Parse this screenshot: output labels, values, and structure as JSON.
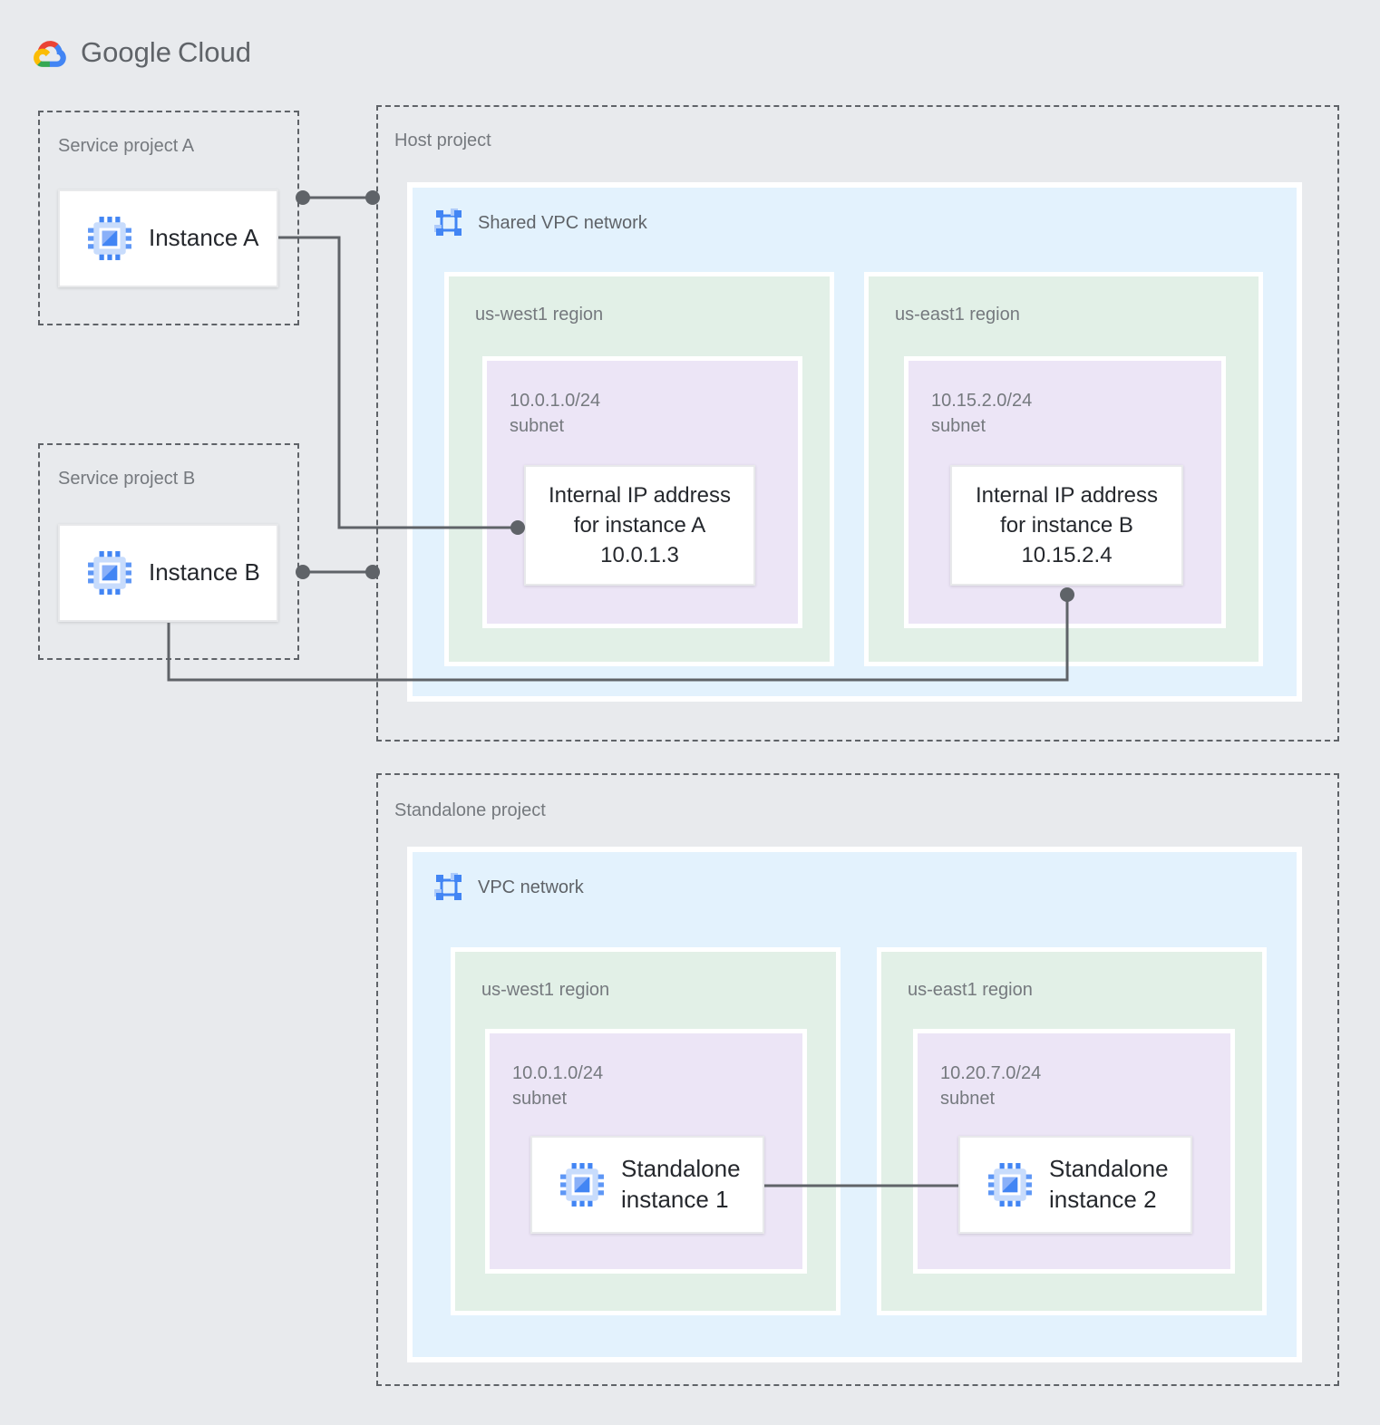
{
  "page": {
    "background": "#E8EAED"
  },
  "colors": {
    "page_bg": "#E8EAED",
    "network_blue": "#E3F2FD",
    "region_green": "#E2F0E7",
    "subnet_purple": "#ECE5F6",
    "line": "#5F6368",
    "accent_blue": "#4285F4"
  },
  "icons": {
    "logo": "google-cloud-logo",
    "network": "vpc-network-icon",
    "instance": "compute-instance-icon"
  },
  "logo": {
    "google": "Google",
    "cloud": "Cloud"
  },
  "projects": {
    "service_a": {
      "label": "Service project A",
      "instance_label": "Instance A"
    },
    "service_b": {
      "label": "Service project B",
      "instance_label": "Instance B"
    },
    "host": {
      "label": "Host project",
      "network_label": "Shared VPC network",
      "regions": [
        {
          "label": "us-west1 region",
          "cidr": "10.0.1.0/24",
          "subnet_word": "subnet",
          "ip_card": {
            "line1": "Internal IP address",
            "line2": "for instance A",
            "line3": "10.0.1.3"
          }
        },
        {
          "label": "us-east1 region",
          "cidr": "10.15.2.0/24",
          "subnet_word": "subnet",
          "ip_card": {
            "line1": "Internal IP address",
            "line2": "for instance B",
            "line3": "10.15.2.4"
          }
        }
      ]
    },
    "standalone": {
      "label": "Standalone project",
      "network_label": "VPC network",
      "regions": [
        {
          "label": "us-west1 region",
          "cidr": "10.0.1.0/24",
          "subnet_word": "subnet",
          "instance": {
            "line1": "Standalone",
            "line2": "instance 1"
          }
        },
        {
          "label": "us-east1 region",
          "cidr": "10.20.7.0/24",
          "subnet_word": "subnet",
          "instance": {
            "line1": "Standalone",
            "line2": "instance 2"
          }
        }
      ]
    }
  }
}
